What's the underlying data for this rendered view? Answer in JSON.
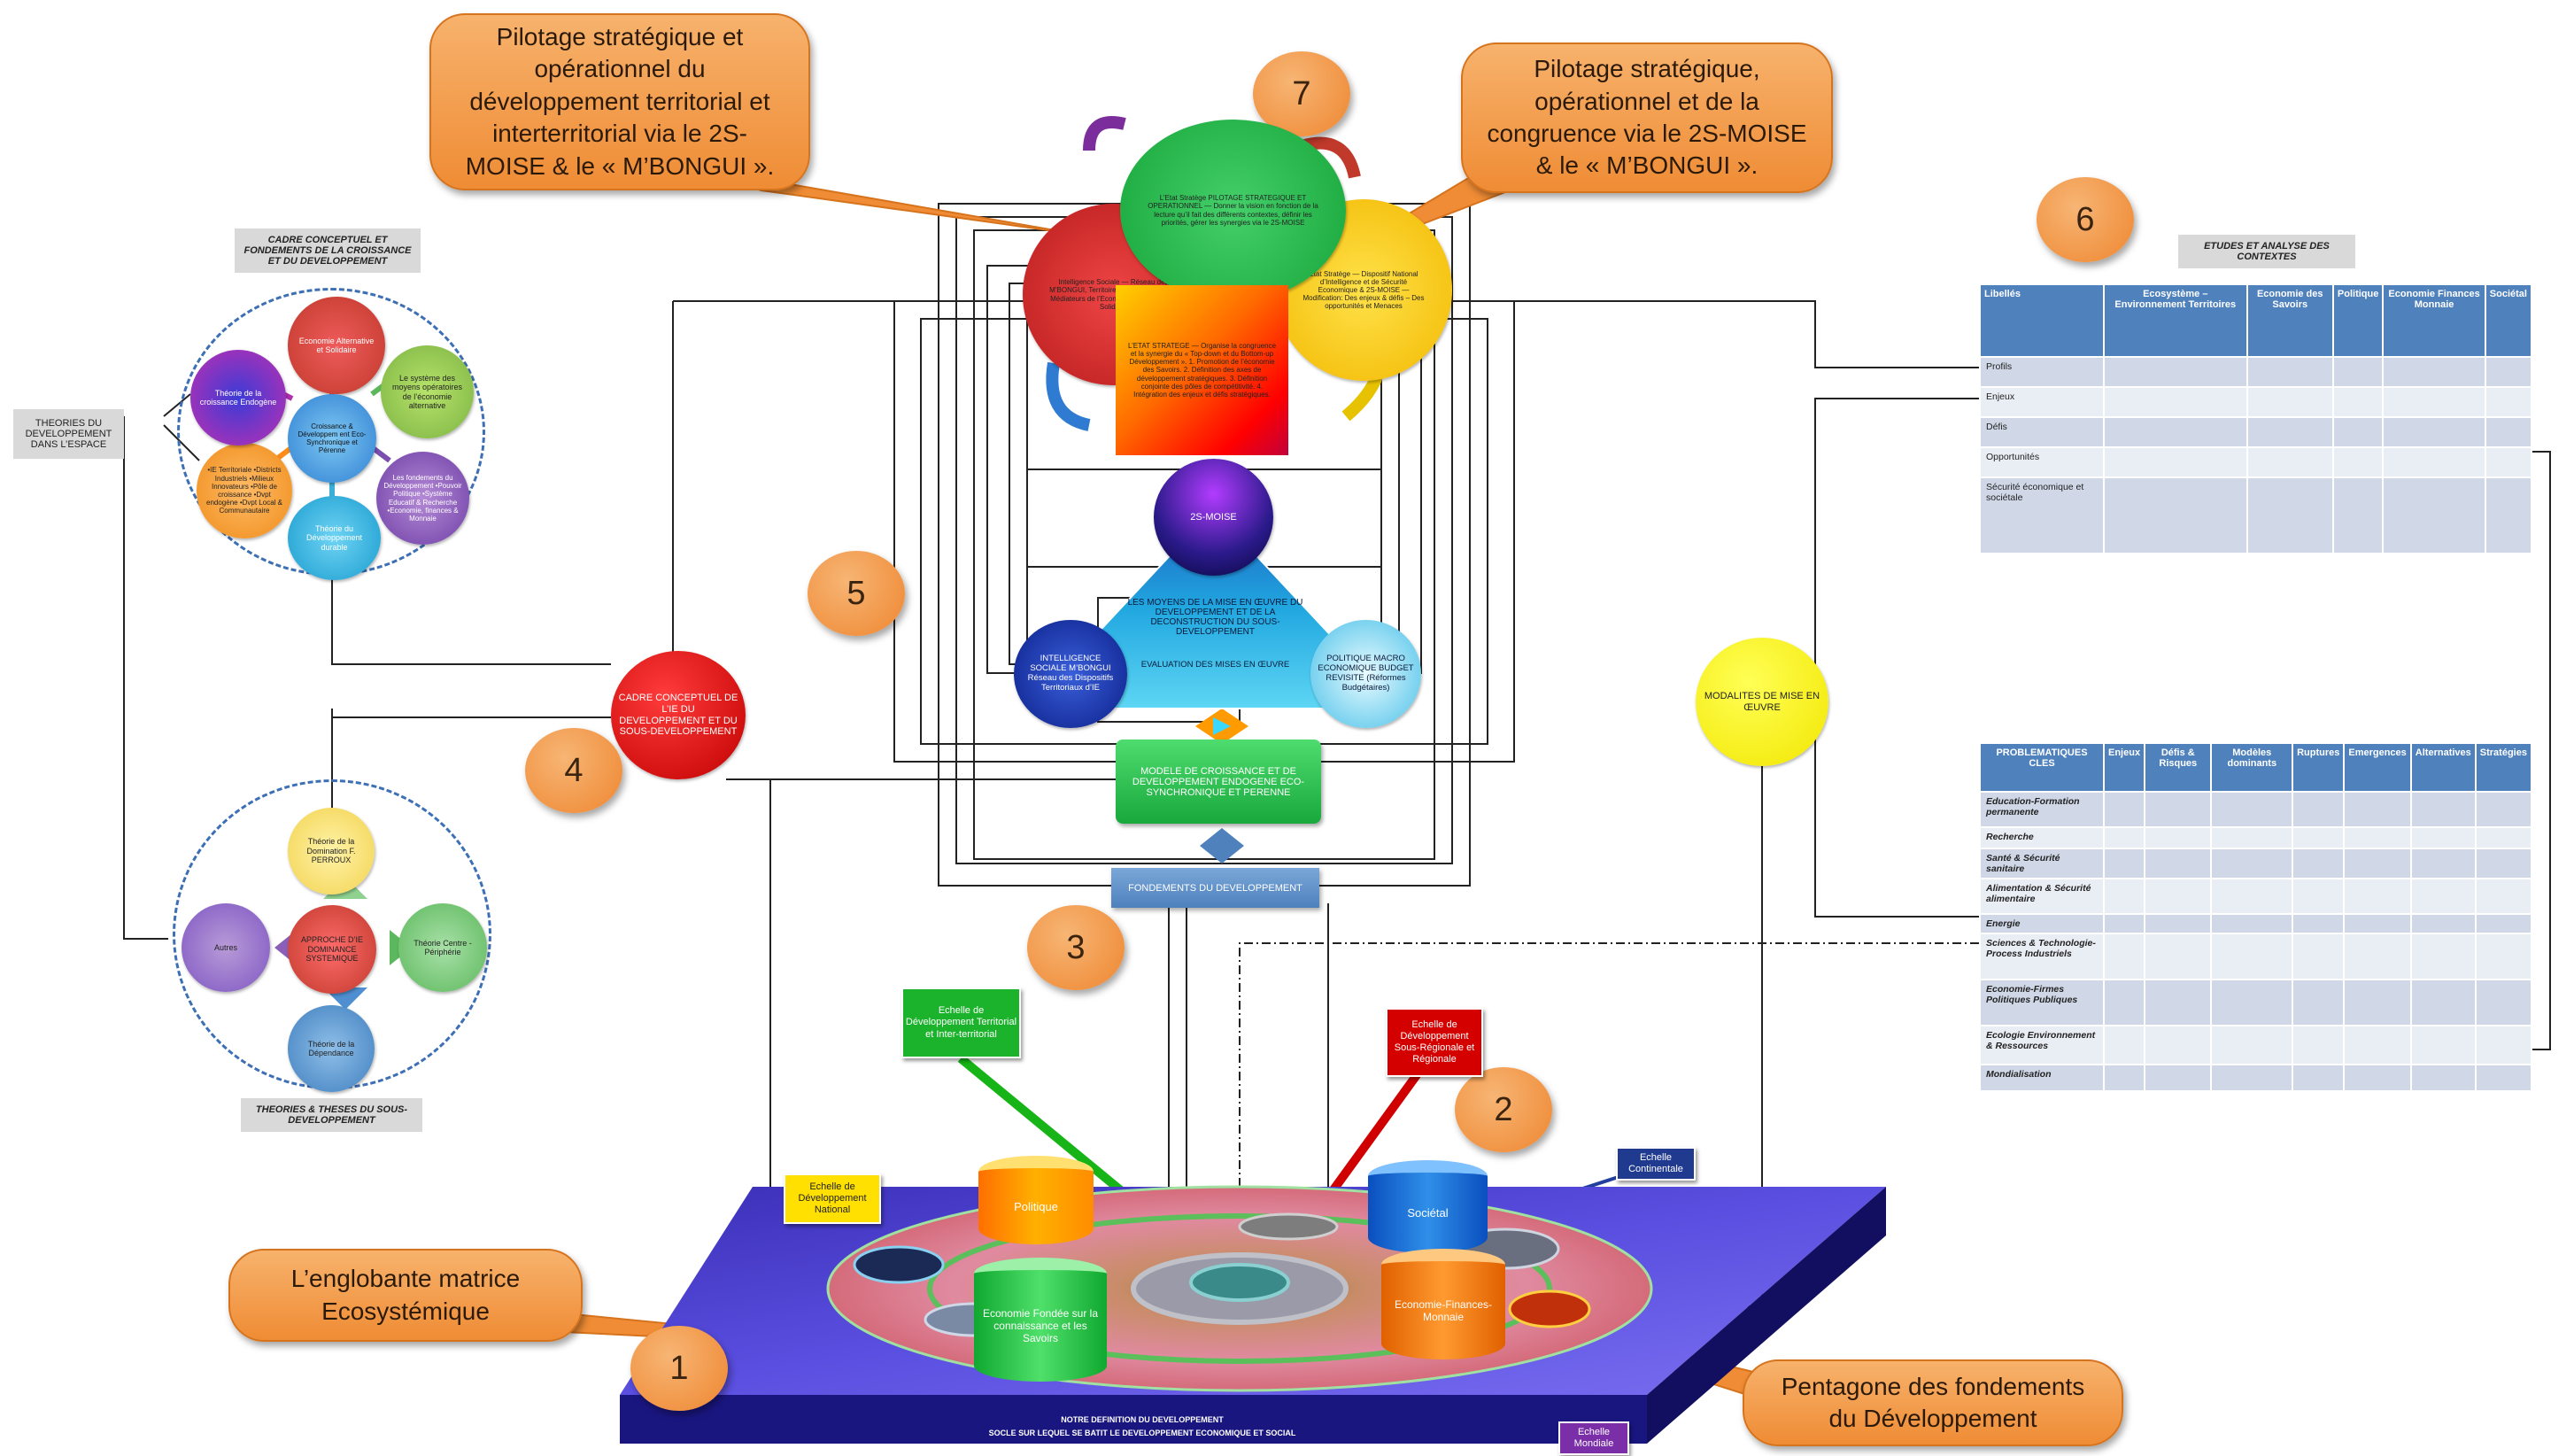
{
  "callouts": {
    "left_top": "Pilotage stratégique et opérationnel du développement territorial et interterritorial via le 2S-MOISE & le « M’BONGUI ».",
    "right_top": "Pilotage stratégique, opérationnel et de la congruence via le 2S-MOISE & le « M’BONGUI ».",
    "matrix": "L’englobante matrice Ecosystémique",
    "pentagone": "Pentagone des fondements du Développement"
  },
  "badges": [
    "1",
    "2",
    "3",
    "4",
    "5",
    "6",
    "7"
  ],
  "theories_box": "THEORIES DU DEVELOPPEMENT DANS L’ESPACE",
  "cadre_conceptuel": {
    "title": "CADRE CONCEPTUEL ET FONDEMENTS DE LA CROISSANCE ET DU DEVELOPPEMENT",
    "center": "Croissance & Développem ent Eco-Synchronique et Pérenne",
    "bubbles": [
      "Economie Alternative et Solidaire",
      "Le système des moyens opératoires de l’économie alternative",
      "Les fondements du Développement •Pouvoir Politique •Système Educatif & Recherche •Economie, finances & Monnaie",
      "Théorie du Développement durable",
      "•IE Territoriale •Districts Industriels •Milieux Innovateurs •Pôle de croissance •Dvpt endogène •Dvpt Local & Communautaire",
      "Théorie de la croissance Endogène"
    ]
  },
  "theories_sous": {
    "title": "THEORIES & THESES DU SOUS-DEVELOPPEMENT",
    "center": "APPROCHE D’IE DOMINANCE SYSTEMIQUE",
    "top": "Théorie de la Domination F. PERROUX",
    "right": "Théorie Centre - Périphérie",
    "bottom": "Théorie de la Dépendance",
    "left": "Autres"
  },
  "cadre_ie": "CADRE CONCEPTUEL DE L’IE DU DEVELOPPEMENT ET DU SOUS-DEVELOPPEMENT",
  "modalites": "MODALITES DE MISE EN ŒUVRE",
  "pilotage": {
    "red_circle": "Intelligence Sociale — Réseau des M’BONGUI, Territoires et Communautés, Médiateurs de l’Economie, Alternative et Solidaire",
    "green_circle": "L’Etat Stratège PILOTAGE STRATEGIQUE ET OPERATIONNEL — Donner la vision en fonction de la lecture qu’il fait des différents contextes, définir les priorités, gérer les synergies via le 2S-MOISE",
    "yellow_circle": "Etat Stratège — Dispositif National d’Intelligence et de Sécurité Economique & 2S-MOISE — Modification: Des enjeux & défis – Des opportunités et Menaces",
    "central_box": "L’ETAT STRATEGE — Organise la congruence et la synergie du « Top-down et du Bottom-up Développement ». 1. Promotion de l’économie des Savoirs. 2. Définition des axes de développement stratégiques. 3. Définition conjointe des pôles de compétitivité. 4. Intégration des enjeux et défis stratégiques."
  },
  "moise": "2S-MOISE",
  "triangle": {
    "top": "LES MOYENS DE LA MISE EN ŒUVRE DU DEVELOPPEMENT ET DE LA DECONSTRUCTION DU SOUS-DEVELOPPEMENT",
    "bottom": "EVALUATION DES MISES EN ŒUVRE",
    "left_circle": "INTELLIGENCE SOCIALE M’BONGUI Réseau des Dispositifs Territoriaux d’IE",
    "right_circle": "POLITIQUE MACRO ECONOMIQUE BUDGET REVISITE (Réformes Budgétaires)"
  },
  "modele": "MODELE DE CROISSANCE ET DE DEVELOPPEMENT ENDOGENE ECO-SYNCHRONIQUE ET PERENNE",
  "fondements": "FONDEMENTS DU DEVELOPPEMENT",
  "platform": {
    "caption1": "NOTRE DEFINITION DU DEVELOPPEMENT",
    "caption2": "SOCLE SUR LEQUEL SE BATIT LE DEVELOPPEMENT ECONOMIQUE ET SOCIAL",
    "cyl_politique": "Politique",
    "cyl_societal": "Sociétal",
    "cyl_economie_savoirs": "Economie Fondée sur la connaissance et les Savoirs",
    "cyl_economie_finances": "Economie-Finances-Monnaie"
  },
  "scales": {
    "national": "Echelle de Développement National",
    "territorial": "Echelle de Développement Territorial et Inter-territorial",
    "regional": "Echelle de Développement Sous-Régionale et Régionale",
    "continental": "Echelle Continentale",
    "mondial": "Echelle Mondiale"
  },
  "etudes": {
    "title": "ETUDES ET ANALYSE DES CONTEXTES",
    "headers": [
      "Libellés",
      "Ecosystème – Environnement Territoires",
      "Economie des Savoirs",
      "Politique",
      "Economie Finances Monnaie",
      "Sociétal"
    ],
    "rows": [
      "Profils",
      "Enjeux",
      "Défis",
      "Opportunités",
      "Sécurité économique et sociétale"
    ]
  },
  "problematiques": {
    "headers": [
      "PROBLEMATIQUES CLES",
      "Enjeux",
      "Défis & Risques",
      "Modèles dominants",
      "Ruptures",
      "Emergences",
      "Alternatives",
      "Stratégies"
    ],
    "rows": [
      "Education-Formation permanente",
      "Recherche",
      "Santé & Sécurité sanitaire",
      "Alimentation & Sécurité alimentaire",
      "Energie",
      "Sciences & Technologie-Process Industriels",
      "Economie-Firmes Politiques Publiques",
      "Ecologie Environnement & Ressources",
      "Mondialisation"
    ]
  }
}
